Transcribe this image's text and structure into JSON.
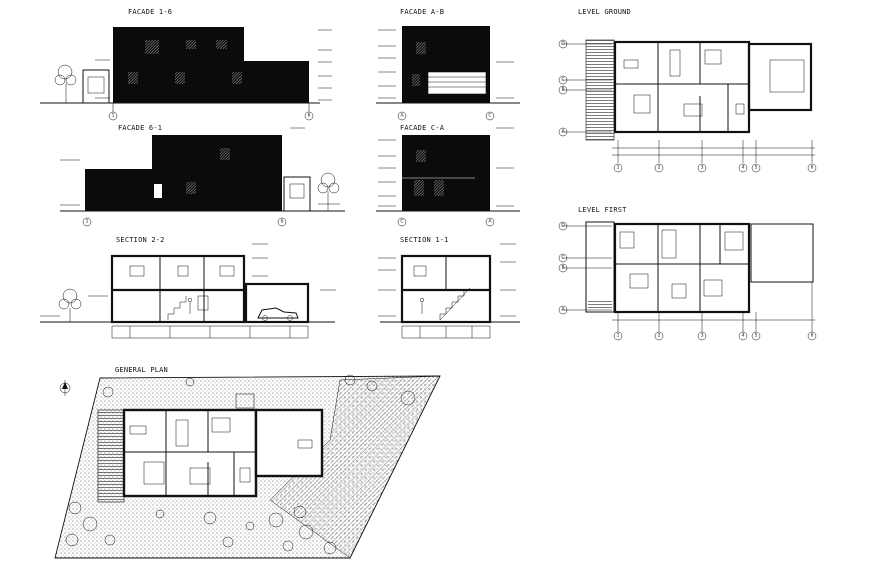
{
  "drawing_titles": {
    "facade_1_6": "FACADE 1-6",
    "facade_a_b": "FACADE A-B",
    "level_ground": "LEVEL GROUND",
    "facade_6_1": "FACADE 6-1",
    "facade_c_a": "FACADE C-A",
    "level_first": "LEVEL FIRST",
    "section_2_2": "SECTION 2-2",
    "section_1_1": "SECTION 1-1",
    "general_plan": "GENERAL PLAN"
  },
  "axis_labels": {
    "numbers": [
      "1",
      "2",
      "3",
      "4",
      "5",
      "6"
    ],
    "letters": [
      "A",
      "B",
      "C",
      "D"
    ],
    "facade_1_6_axes": [
      "1",
      "6"
    ],
    "facade_a_b_axes": [
      "A",
      "C"
    ],
    "facade_6_1_axes": [
      "6",
      "1"
    ],
    "facade_c_a_axes": [
      "C",
      "A"
    ]
  },
  "colors": {
    "ink": "#111111",
    "solid_fill": "#0b0b0b",
    "paper": "#ffffff"
  },
  "icons": [
    "north-arrow-icon",
    "tree-icon",
    "car-icon",
    "person-icon"
  ]
}
